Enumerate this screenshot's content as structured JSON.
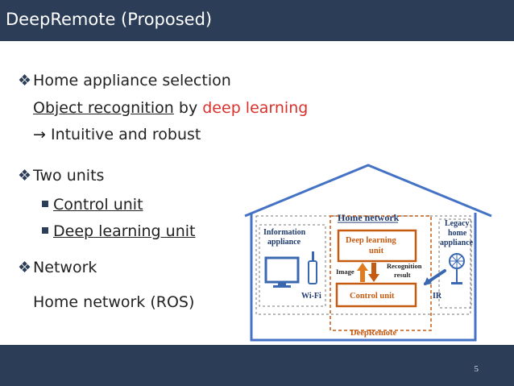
{
  "header": {
    "title": "DeepRemote (Proposed)"
  },
  "bullets": {
    "b1": {
      "text": "Home appliance selection"
    },
    "b1_line2": {
      "underlined": "Object recognition",
      "middle": " by ",
      "red": "deep learning"
    },
    "b1_line3": {
      "text": "→ Intuitive and robust"
    },
    "b2": {
      "text": "Two units"
    },
    "b2_sub1": {
      "text": "Control unit"
    },
    "b2_sub2": {
      "text": "Deep learning unit"
    },
    "b3": {
      "text": "Network"
    },
    "b3_line2": {
      "text": "Home network (ROS)"
    }
  },
  "diagram": {
    "home_network": "Home network",
    "info_appliance_1": "Information",
    "info_appliance_2": "appliance",
    "legacy_1": "Legacy",
    "legacy_2": "home",
    "legacy_3": "appliance",
    "dl_unit_1": "Deep learning",
    "dl_unit_2": "unit",
    "image": "Image",
    "recognition_1": "Recognition",
    "recognition_2": "result",
    "control_unit": "Control unit",
    "wifi": "Wi-Fi",
    "ir": "IR",
    "deepremote": "DeepRemote"
  },
  "colors": {
    "header_bg": "#2c3e57",
    "accent_red": "#d8312b",
    "house_blue": "#4472c4",
    "unit_orange": "#c55a11",
    "arrow_orange": "#e07b1f"
  },
  "footer": {
    "page_number": "5"
  }
}
